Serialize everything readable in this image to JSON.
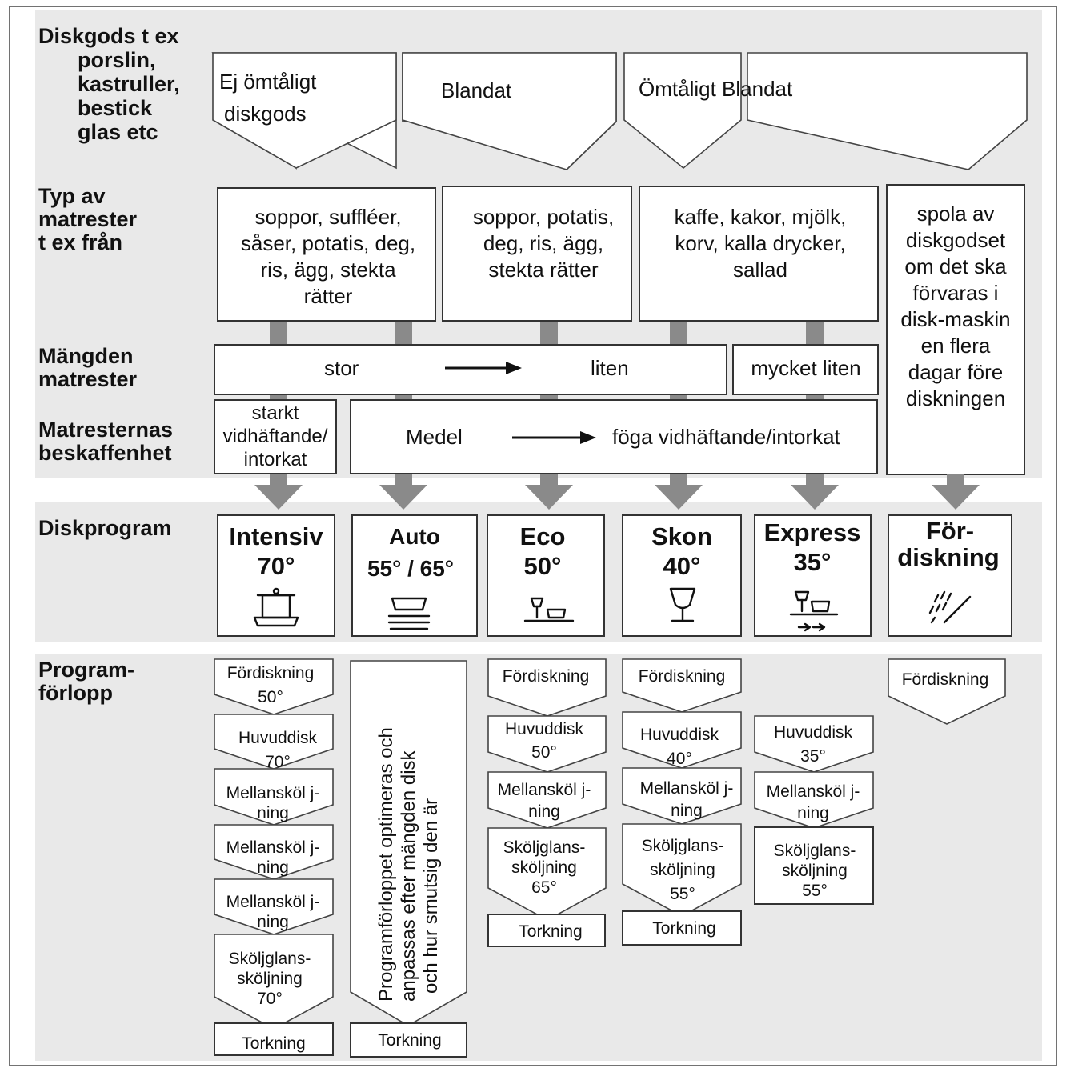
{
  "row_labels": {
    "diskgods": [
      "Diskgods t ex",
      "porslin,",
      "kastruller,",
      "bestick",
      "glas etc"
    ],
    "matrester": [
      "Typ av",
      "matrester",
      "t ex från"
    ],
    "mangden": [
      "Mängden",
      "matrester"
    ],
    "beskaffenhet": [
      "Matresternas",
      "beskaffenhet"
    ],
    "diskprogram": [
      "Diskprogram"
    ],
    "forlopp": [
      "Program-",
      "förlopp"
    ]
  },
  "diskgods": {
    "ej_omtaligt": [
      "Ej ömtåligt",
      "diskgods"
    ],
    "blandat": "Blandat",
    "omtaligt_blandat": "Ömtåligt Blandat"
  },
  "matrester": {
    "col1": [
      "soppor, suffléer,",
      "såser, potatis, deg,",
      "ris, ägg, stekta",
      "rätter"
    ],
    "col2": [
      "soppor, potatis,",
      "deg, ris, ägg,",
      "stekta rätter"
    ],
    "col3": [
      "kaffe, kakor, mjölk,",
      "korv, kalla drycker,",
      "sallad"
    ],
    "col4": [
      "spola av",
      "diskgodset",
      "om det ska",
      "förvaras i",
      "disk-maskin",
      "en flera",
      "dagar före",
      "diskningen"
    ]
  },
  "mangden": {
    "stor": "stor",
    "liten": "liten",
    "mycket_liten": "mycket liten"
  },
  "beskaffenhet": {
    "starkt": [
      "starkt",
      "vidhäftande/",
      "intorkat"
    ],
    "medel": "Medel",
    "foga": "föga vidhäftande/intorkat"
  },
  "programs": [
    {
      "name": [
        "Intensiv",
        "70°"
      ],
      "icon": "pot-icon"
    },
    {
      "name": [
        "Auto",
        "55° / 65°"
      ],
      "icon": "stacked-plates-icon"
    },
    {
      "name": [
        "Eco",
        "50°"
      ],
      "icon": "glass-and-cup-icon"
    },
    {
      "name": [
        "Skon",
        "40°"
      ],
      "icon": "wine-glass-icon"
    },
    {
      "name": [
        "Express",
        "35°"
      ],
      "icon": "glass-cup-fast-icon"
    },
    {
      "name": [
        "För-",
        "diskning"
      ],
      "icon": "spray-icon"
    }
  ],
  "forlopp": {
    "intensiv": [
      [
        "Fördiskning",
        "50°"
      ],
      [
        "Huvuddisk",
        "70°"
      ],
      [
        "Mellansköl j-",
        "ning"
      ],
      [
        "Mellansköl j-",
        "ning"
      ],
      [
        "Mellansköl j-",
        "ning"
      ],
      [
        "Sköljglans-",
        "sköljning",
        "70°"
      ]
    ],
    "intensiv_last": "Torkning",
    "auto_text": [
      "Programförloppet optimeras och",
      "anpassas efter mängden disk",
      "och hur smutsig den är"
    ],
    "auto_last": "Torkning",
    "eco": [
      [
        "Fördiskning"
      ],
      [
        "Huvuddisk",
        "50°"
      ],
      [
        "Mellansköl j-",
        "ning"
      ],
      [
        "Sköljglans-",
        "sköljning",
        "65°"
      ]
    ],
    "eco_last": "Torkning",
    "skon": [
      [
        "Fördiskning"
      ],
      [
        "Huvuddisk",
        "40°"
      ],
      [
        "Mellansköl j-",
        "ning"
      ],
      [
        "Sköljglans-",
        "sköljning",
        "55°"
      ]
    ],
    "skon_last": "Torkning",
    "express": [
      [
        "Huvuddisk",
        "35°"
      ],
      [
        "Mellansköl j-",
        "ning"
      ]
    ],
    "express_last": [
      "Sköljglans-",
      "sköljning",
      "55°"
    ],
    "fordiskning": [
      [
        "Fördiskning"
      ]
    ]
  }
}
